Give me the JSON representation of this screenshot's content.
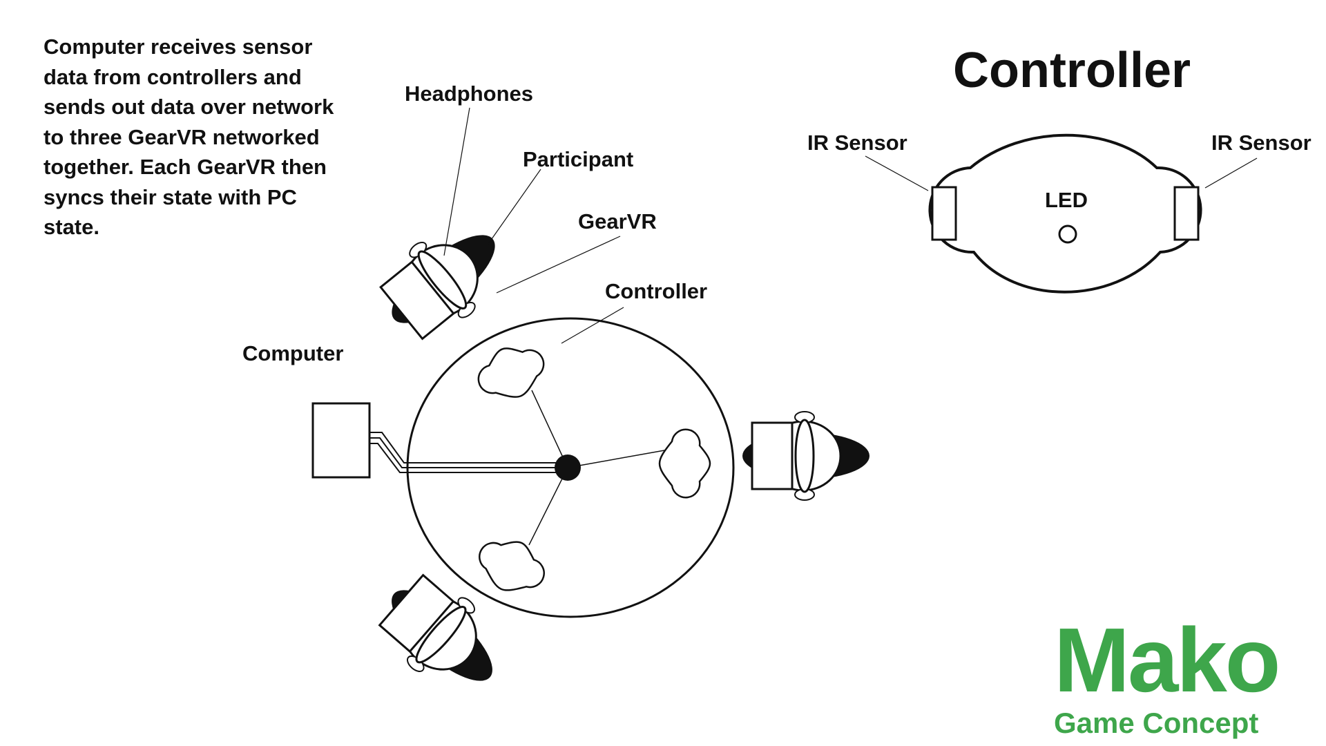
{
  "description": "Computer receives sensor\ndata from controllers and\nsends out data over network\nto three GearVR networked\ntogether. Each GearVR then\nsyncs their state with PC\nstate.",
  "labels": {
    "headphones": "Headphones",
    "participant": "Participant",
    "gearvr": "GearVR",
    "controller": "Controller",
    "computer": "Computer"
  },
  "controller_detail": {
    "title": "Controller",
    "ir_sensor_left": "IR Sensor",
    "ir_sensor_right": "IR Sensor",
    "led": "LED"
  },
  "brand": {
    "name": "Mako",
    "subtitle": "Game Concept",
    "color": "#3ea64b"
  }
}
